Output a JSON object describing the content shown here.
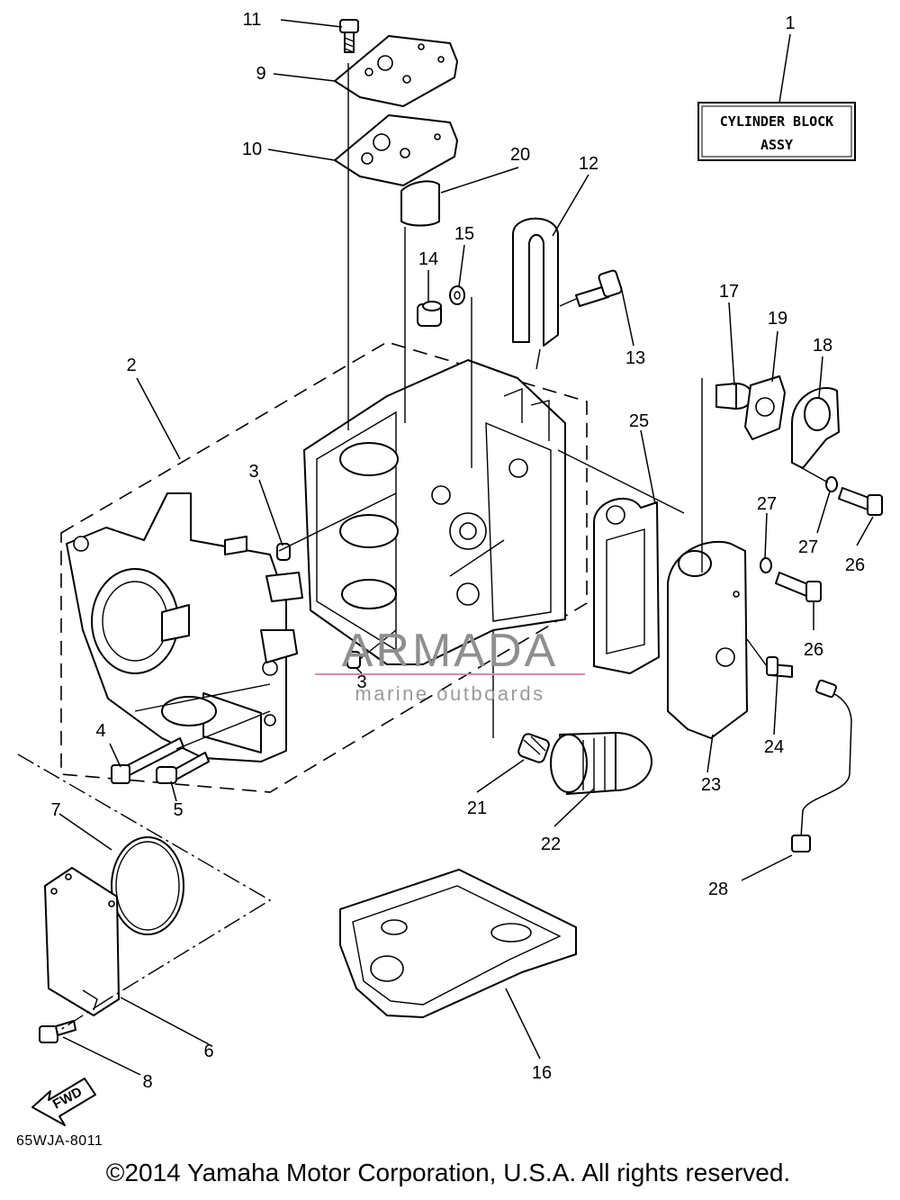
{
  "assembly_box": {
    "line1": "CYLINDER BLOCK",
    "line2": "ASSY"
  },
  "callouts": [
    {
      "id": "c1",
      "label": "1"
    },
    {
      "id": "c2",
      "label": "2"
    },
    {
      "id": "c3a",
      "label": "3"
    },
    {
      "id": "c3b",
      "label": "3"
    },
    {
      "id": "c4",
      "label": "4"
    },
    {
      "id": "c5",
      "label": "5"
    },
    {
      "id": "c6",
      "label": "6"
    },
    {
      "id": "c7",
      "label": "7"
    },
    {
      "id": "c8",
      "label": "8"
    },
    {
      "id": "c9",
      "label": "9"
    },
    {
      "id": "c10",
      "label": "10"
    },
    {
      "id": "c11",
      "label": "11"
    },
    {
      "id": "c12",
      "label": "12"
    },
    {
      "id": "c13",
      "label": "13"
    },
    {
      "id": "c14",
      "label": "14"
    },
    {
      "id": "c15",
      "label": "15"
    },
    {
      "id": "c16",
      "label": "16"
    },
    {
      "id": "c17",
      "label": "17"
    },
    {
      "id": "c18",
      "label": "18"
    },
    {
      "id": "c19",
      "label": "19"
    },
    {
      "id": "c20",
      "label": "20"
    },
    {
      "id": "c21",
      "label": "21"
    },
    {
      "id": "c22",
      "label": "22"
    },
    {
      "id": "c23",
      "label": "23"
    },
    {
      "id": "c24",
      "label": "24"
    },
    {
      "id": "c25",
      "label": "25"
    },
    {
      "id": "c26a",
      "label": "26"
    },
    {
      "id": "c26b",
      "label": "26"
    },
    {
      "id": "c27a",
      "label": "27"
    },
    {
      "id": "c27b",
      "label": "27"
    },
    {
      "id": "c28",
      "label": "28"
    }
  ],
  "direction_marker": "FWD",
  "diagram_code": "65WJA-8011",
  "watermark": {
    "brand": "ARMADA",
    "tagline": "marine outboards"
  },
  "copyright": "©2014 Yamaha Motor Corporation, U.S.A. All rights reserved.",
  "colors": {
    "line": "#000000",
    "background": "#ffffff",
    "watermark_accent": "#d98bb0",
    "watermark_text": "#8f8f8f"
  }
}
